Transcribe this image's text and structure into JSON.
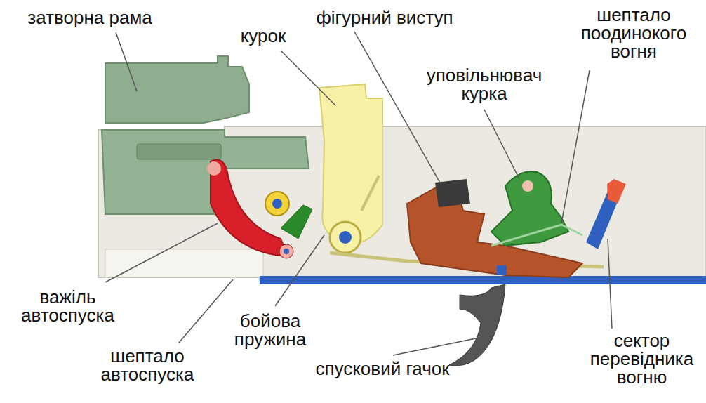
{
  "diagram": {
    "labels": [
      "затворна рама",
      "курок",
      "фігурний виступ",
      "шептало поодинокого вогня",
      "уповільнювач курка",
      "важіль автоспуска",
      "бойова пружина",
      "шептало автоспуска",
      "спусковий гачок",
      "сектор перевідника вогню"
    ]
  }
}
